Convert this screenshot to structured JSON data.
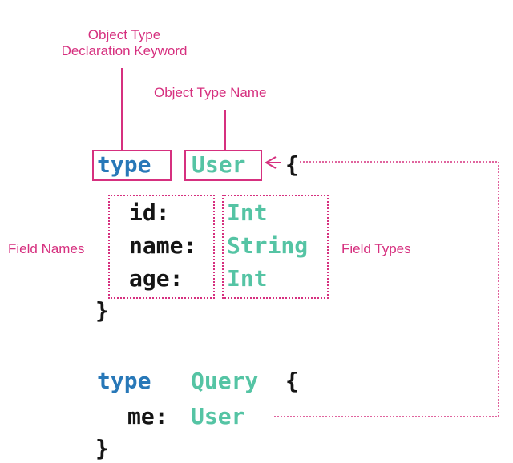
{
  "annotations": {
    "keyword_line1": "Object Type",
    "keyword_line2": "Declaration Keyword",
    "type_name": "Object Type Name",
    "field_names": "Field Names",
    "field_types": "Field Types"
  },
  "code": {
    "user_keyword": "type",
    "user_name": "User",
    "user_open": "{",
    "fields": [
      {
        "name": "id:",
        "type": "Int"
      },
      {
        "name": "name:",
        "type": "String"
      },
      {
        "name": "age:",
        "type": "Int"
      }
    ],
    "user_close": "}",
    "query_keyword": "type",
    "query_name": "Query",
    "query_open": "{",
    "query_field_name": "me:",
    "query_field_type": "User",
    "query_close": "}"
  },
  "colors": {
    "annotation": "#d6307f",
    "keyword": "#2878b8",
    "type": "#55c4a4",
    "text": "#151515"
  }
}
